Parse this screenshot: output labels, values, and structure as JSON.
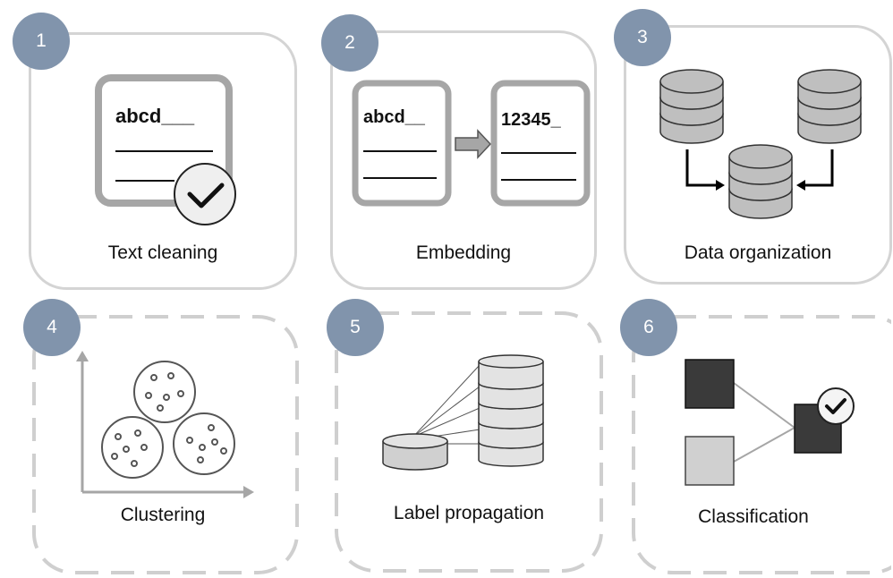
{
  "steps": [
    {
      "number": "1",
      "label": "Text cleaning",
      "doc_text": "abcd___"
    },
    {
      "number": "2",
      "label": "Embedding",
      "doc_left_text": "abcd__",
      "doc_right_text": "12345_"
    },
    {
      "number": "3",
      "label": "Data organization"
    },
    {
      "number": "4",
      "label": "Clustering"
    },
    {
      "number": "5",
      "label": "Label propagation"
    },
    {
      "number": "6",
      "label": "Classification"
    }
  ],
  "colors": {
    "badge": "#8194ac",
    "solid_border": "#d4d4d4",
    "dashed_border": "#cfcfcf",
    "doc_border": "#a6a6a6",
    "db_fill": "#bfbfbf",
    "dark_square": "#3a3a3a",
    "light_square": "#d0d0d0"
  }
}
